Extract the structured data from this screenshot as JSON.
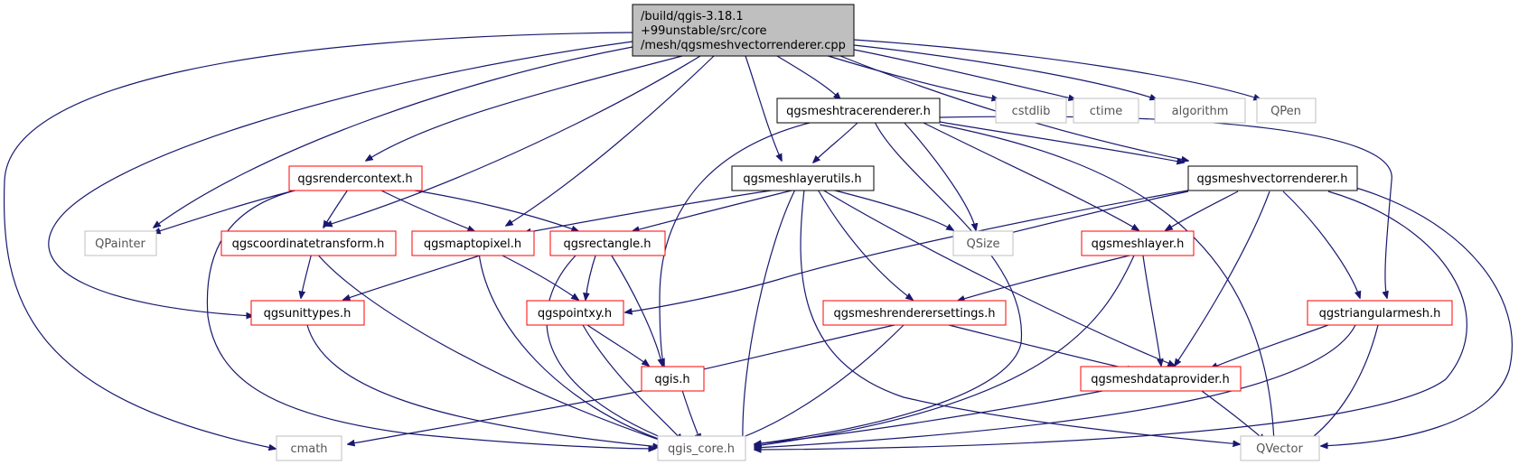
{
  "nodes": {
    "root": [
      "/build/qgis-3.18.1",
      "+99unstable/src/core",
      "/mesh/qgsmeshvectorrenderer.cpp"
    ],
    "cstdlib": "cstdlib",
    "ctime": "ctime",
    "algorithm": "algorithm",
    "qpen": "QPen",
    "tracerenderer": "qgsmeshtracerenderer.h",
    "layerutils": "qgsmeshlayerutils.h",
    "vectorrenderer": "qgsmeshvectorrenderer.h",
    "rendercontext": "qgsrendercontext.h",
    "qpainter": "QPainter",
    "coordtransform": "qgscoordinatetransform.h",
    "maptopixel": "qgsmaptopixel.h",
    "rectangle": "qgsrectangle.h",
    "qsize": "QSize",
    "meshlayer": "qgsmeshlayer.h",
    "unittypes": "qgsunittypes.h",
    "pointxy": "qgspointxy.h",
    "renderersettings": "qgsmeshrenderersettings.h",
    "triangularmesh": "qgstriangularmesh.h",
    "qgis": "qgis.h",
    "dataprovider": "qgsmeshdataprovider.h",
    "cmath": "cmath",
    "qgiscore": "qgis_core.h",
    "qvector": "QVector"
  },
  "colors": {
    "edge": "#191970",
    "documented_border": "#ff0000",
    "undocumented_border": "#000000",
    "external_border": "#bfbfbf",
    "root_fill": "#bfbfbf"
  }
}
